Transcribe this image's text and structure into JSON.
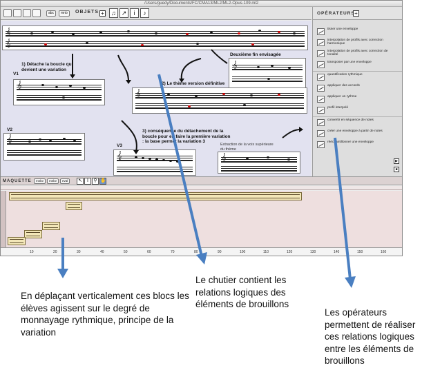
{
  "window": {
    "title": "/Users/guedy/Documents/FC/CMA13/ML2/ML2-Opus-109.ml2"
  },
  "toolbar": {
    "pill1": "abc",
    "pill2": "mnb",
    "objects_label": "OBJETS",
    "plus": "+"
  },
  "canvas": {
    "annotations": {
      "a1": "1) Détache la boucle qui devient une variation",
      "v1": "V1",
      "a2": "Deuxième fin envisagée",
      "a3": "2) Le thème version définitive",
      "v2": "V2",
      "a4": "3) conséquence du détachement de la boucle pour en faire la première variation : la base permet la variation 3",
      "v3": "V3",
      "a5": "Extraction de la voix supérieure du thème"
    },
    "clef": "𝄞"
  },
  "operators": {
    "title": "OPÉRATEURS",
    "plus": "+",
    "items": [
      "tisser une enveloppe",
      "interpolation de profils avec correction harmonique",
      "interpolation de profils avec correction de tonalité",
      "transposer par une enveloppe",
      "quantification rythmique",
      "appliquer des accords",
      "appliquer un rythme",
      "profil interpolé",
      "convertir en séquence de notes",
      "créer une enveloppe à partir de notes",
      "rééchantillonner une enveloppe"
    ],
    "ctrl_play": "▶",
    "ctrl_stop": "■"
  },
  "maquette": {
    "title": "MAQUETTE",
    "pills": [
      "mnbv",
      "mnbv",
      "eval"
    ],
    "ticks": [
      "10",
      "20",
      "30",
      "40",
      "50",
      "60",
      "70",
      "80",
      "90",
      "100",
      "110",
      "120",
      "130",
      "140",
      "150",
      "160"
    ]
  },
  "captions": {
    "left": "En déplaçant verticalement ces blocs les élèves agissent sur le degré de monnayage rythmique, principe de la variation",
    "middle": "Le chutier contient les relations logiques des éléments de brouillons",
    "right": "Les opérateurs permettent de réaliser ces relations logiques entre les éléments de brouillons"
  },
  "colors": {
    "arrow": "#4a7fc1",
    "canvas": "#e2e2f0",
    "maquette": "#eedfdf",
    "block": "#f3e7b8",
    "red_note": "#d10000"
  }
}
